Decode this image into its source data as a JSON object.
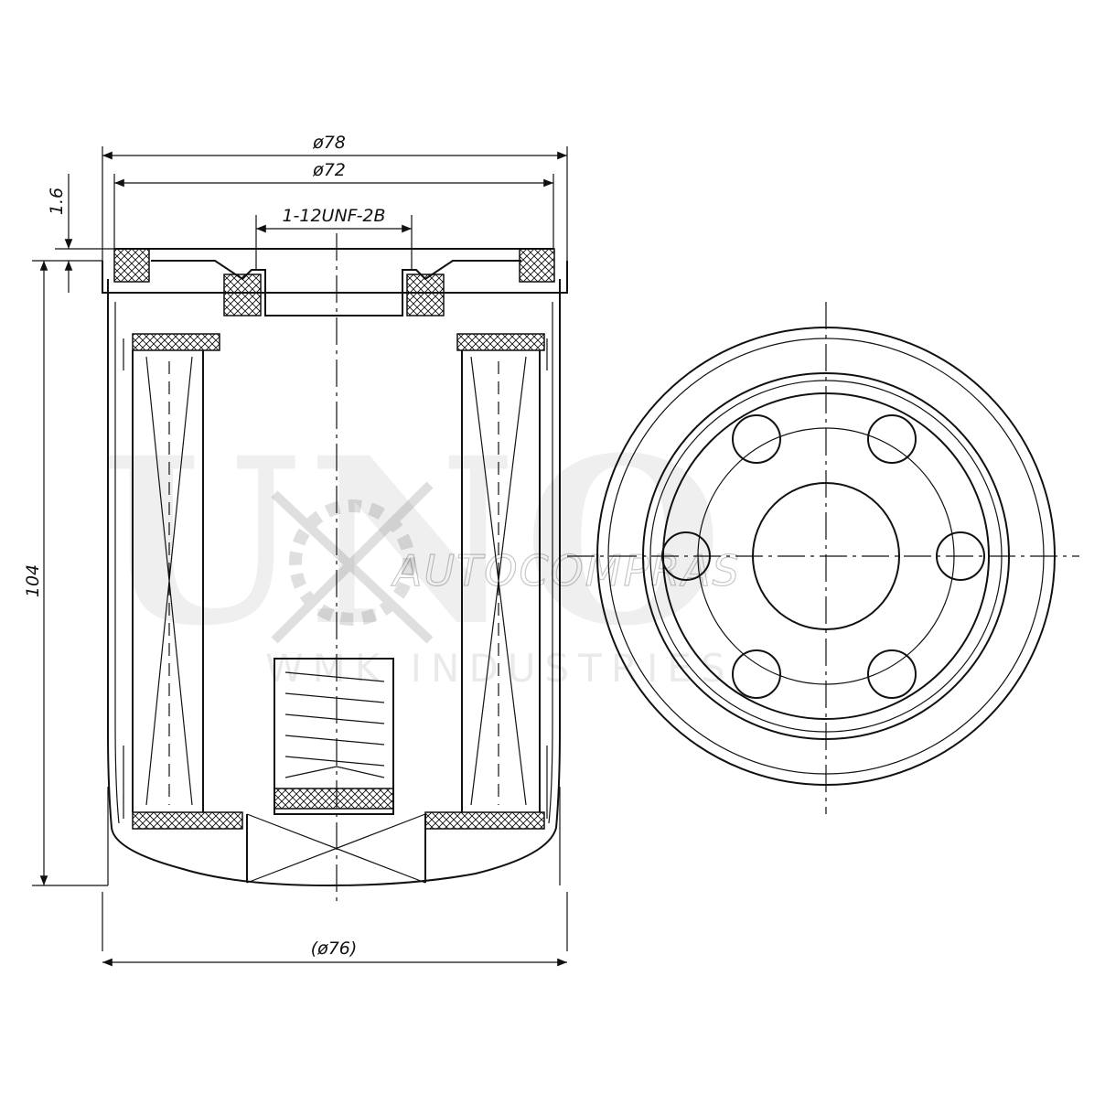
{
  "dimensions": {
    "outer_diameter": "ø78",
    "flange_diameter": "ø72",
    "thread": "1-12UNF-2B",
    "gasket_thickness": "1.6",
    "height": "104",
    "body_diameter": "(ø76)"
  },
  "watermark": {
    "brand": "UNO",
    "line1": "AUTOCOMPRAS",
    "line2": "WMK INDUSTRIES"
  }
}
